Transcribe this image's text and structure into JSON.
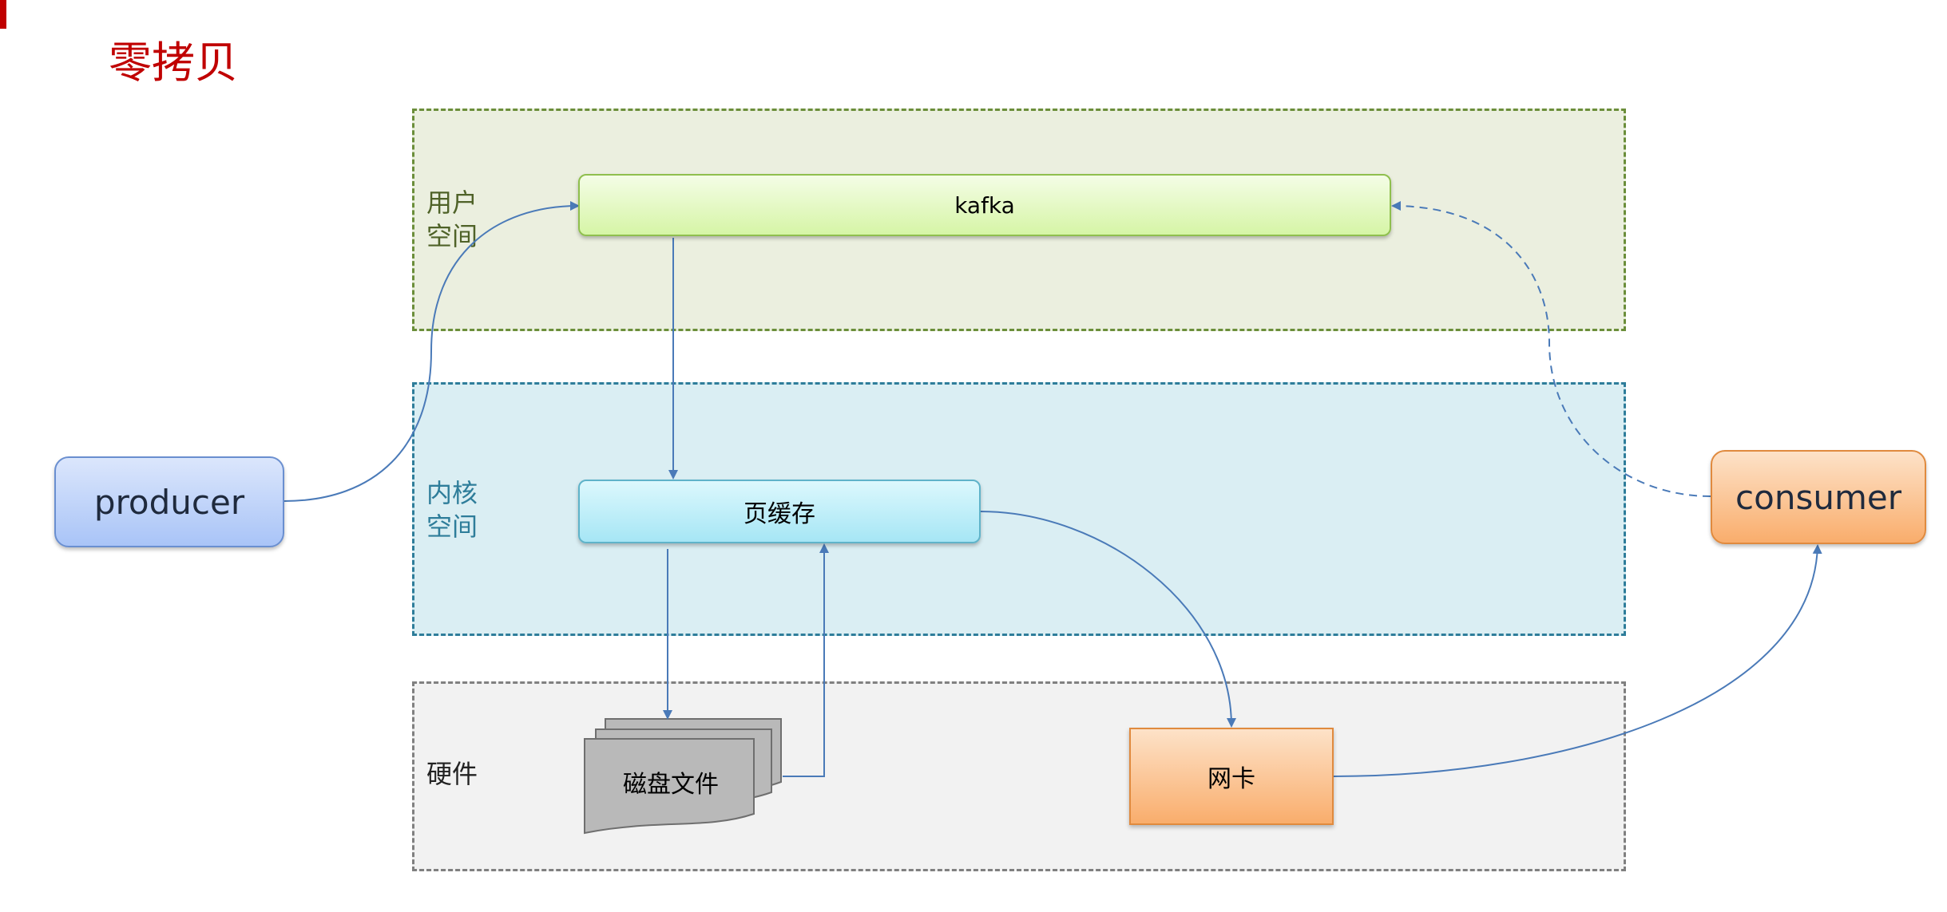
{
  "title": "零拷贝",
  "zones": {
    "user": "用户\n空间",
    "kernel": "内核\n空间",
    "hardware": "硬件"
  },
  "nodes": {
    "kafka": "kafka",
    "page_cache": "页缓存",
    "disk_file": "磁盘文件",
    "nic": "网卡",
    "producer": "producer",
    "consumer": "consumer"
  },
  "colors": {
    "title": "#c00000",
    "arrow": "#4a7ab8"
  }
}
